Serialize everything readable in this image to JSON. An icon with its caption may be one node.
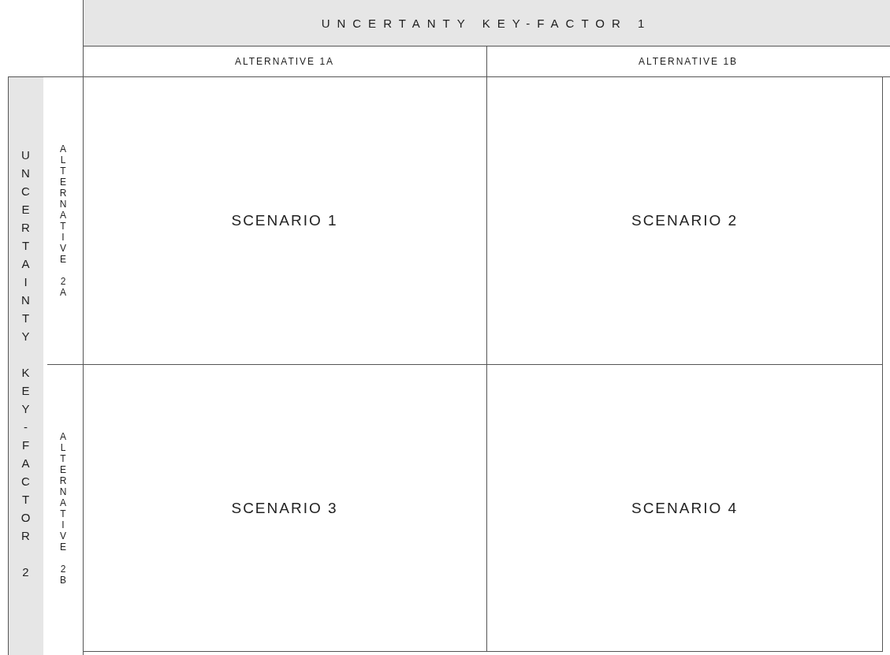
{
  "diagram": {
    "labels": [
      "UNCERTANTY KEY-FACTOR 1",
      "ALTERNATIVE 1A",
      "ALTERNATIVE 1B",
      "UNCERTAINTY KEY-FACTOR 2",
      "ALTERNATIVE 2A",
      "SCENARIO 1",
      "SCENARIO 2",
      "ALTERNATIVE 2B",
      "SCENARIO 3",
      "SCENARIO 4"
    ]
  }
}
